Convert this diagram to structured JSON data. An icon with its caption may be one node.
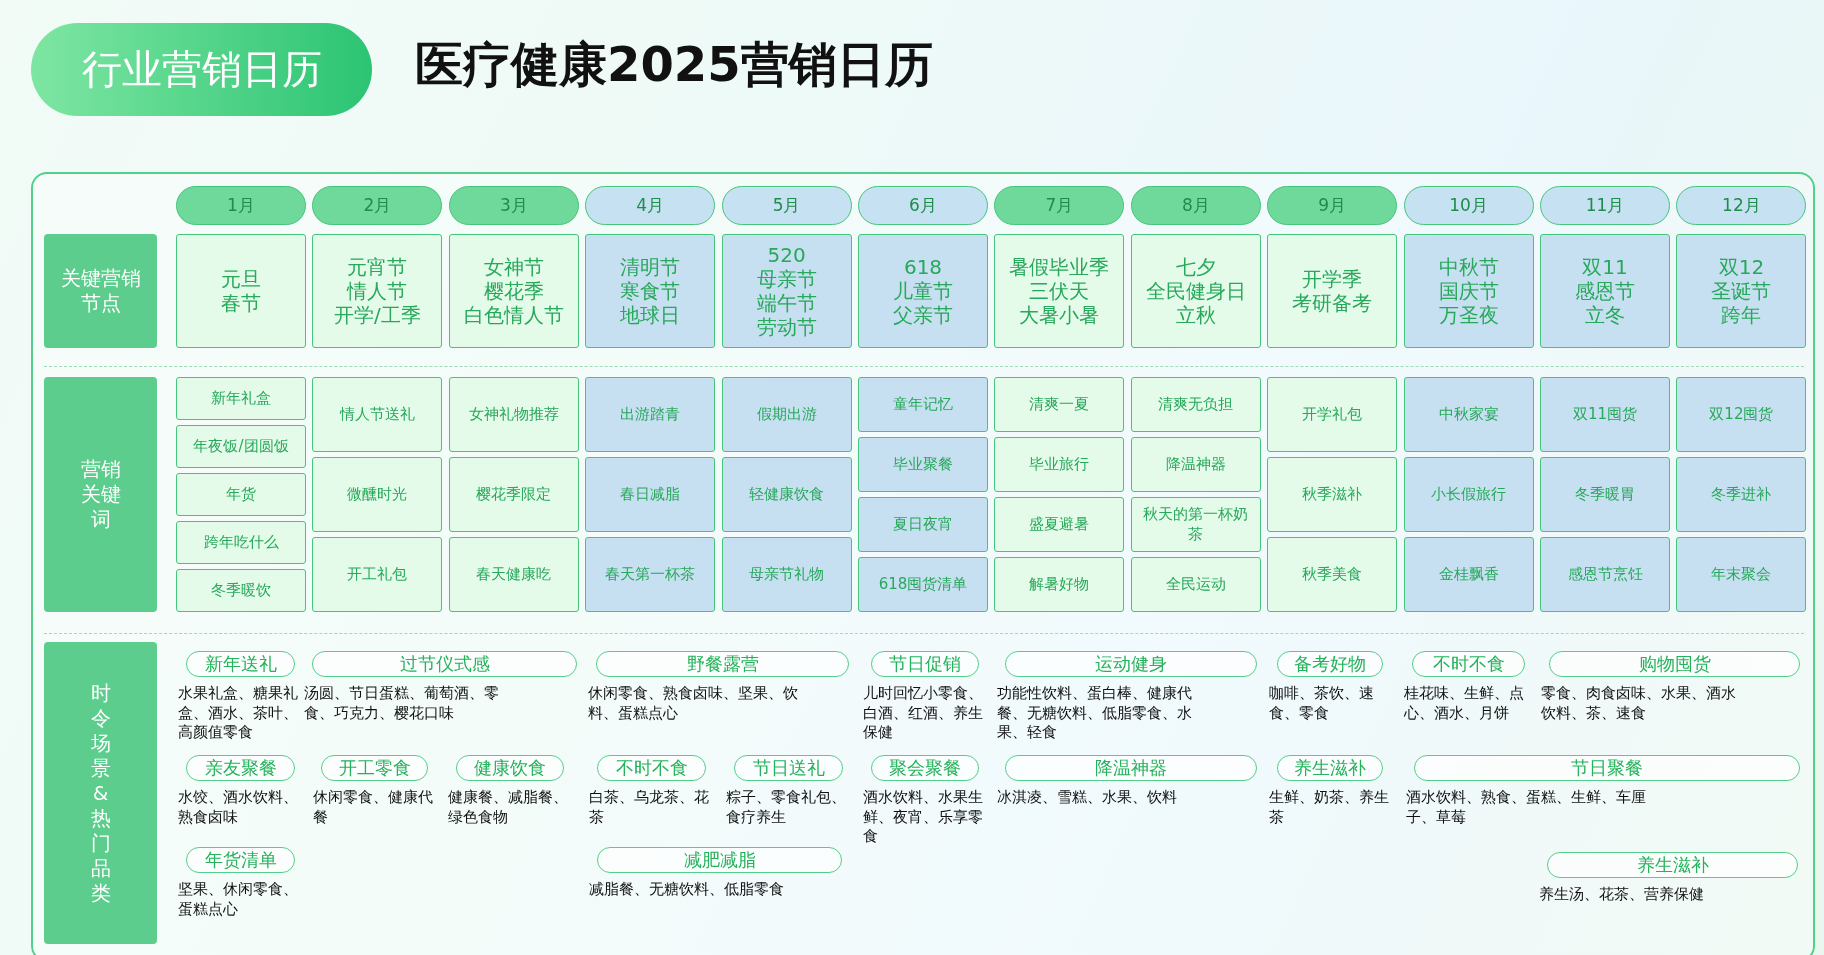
{
  "diagram": {
    "title": "医疗健康2025营销日历",
    "nodes": [
      {
        "text": [
          "行业营销日历"
        ]
      },
      {
        "text": [
          "1月"
        ]
      },
      {
        "text": [
          "2月"
        ]
      },
      {
        "text": [
          "3月"
        ]
      },
      {
        "text": [
          "4月"
        ]
      },
      {
        "text": [
          "5月"
        ]
      },
      {
        "text": [
          "6月"
        ]
      },
      {
        "text": [
          "7月"
        ]
      },
      {
        "text": [
          "8月"
        ]
      },
      {
        "text": [
          "9月"
        ]
      },
      {
        "text": [
          "10月"
        ]
      },
      {
        "text": [
          "11月"
        ]
      },
      {
        "text": [
          "12月"
        ]
      },
      {
        "text": [
          "关键营销节点"
        ]
      },
      {
        "text": [
          "元旦",
          "春节"
        ]
      },
      {
        "text": [
          "元宵节",
          "情人节",
          "开学/工季"
        ]
      },
      {
        "text": [
          "女神节",
          "樱花季",
          "白色情人节"
        ]
      },
      {
        "text": [
          "清明节",
          "寒食节",
          "地球日"
        ]
      },
      {
        "text": [
          "520",
          "母亲节",
          "端午节",
          "劳动节"
        ]
      },
      {
        "text": [
          "618",
          "儿童节",
          "父亲节"
        ]
      },
      {
        "text": [
          "暑假毕业季",
          "三伏天",
          "大暑小暑"
        ]
      },
      {
        "text": [
          "七夕",
          "全民健身日",
          "立秋"
        ]
      },
      {
        "text": [
          "开学季",
          "考研备考"
        ]
      },
      {
        "text": [
          "中秋节",
          "国庆节",
          "万圣夜"
        ]
      },
      {
        "text": [
          "双11",
          "感恩节",
          "立冬"
        ]
      },
      {
        "text": [
          "双12",
          "圣诞节",
          "跨年"
        ]
      },
      {
        "text": [
          "营销关键词"
        ]
      },
      {
        "text": [
          "新年礼盒"
        ]
      },
      {
        "text": [
          "年夜饭/团圆饭"
        ]
      },
      {
        "text": [
          "年货"
        ]
      },
      {
        "text": [
          "跨年吃什么"
        ]
      },
      {
        "text": [
          "冬季暖饮"
        ]
      },
      {
        "text": [
          "情人节送礼"
        ]
      },
      {
        "text": [
          "微醺时光"
        ]
      },
      {
        "text": [
          "开工礼包"
        ]
      },
      {
        "text": [
          "女神礼物推荐"
        ]
      },
      {
        "text": [
          "樱花季限定"
        ]
      },
      {
        "text": [
          "春天健康吃"
        ]
      },
      {
        "text": [
          "出游踏青"
        ]
      },
      {
        "text": [
          "春日减脂"
        ]
      },
      {
        "text": [
          "春天第一杯茶"
        ]
      },
      {
        "text": [
          "假期出游"
        ]
      },
      {
        "text": [
          "轻健康饮食"
        ]
      },
      {
        "text": [
          "母亲节礼物"
        ]
      },
      {
        "text": [
          "童年记忆"
        ]
      },
      {
        "text": [
          "毕业聚餐"
        ]
      },
      {
        "text": [
          "夏日夜宵"
        ]
      },
      {
        "text": [
          "618囤货清单"
        ]
      },
      {
        "text": [
          "清爽一夏"
        ]
      },
      {
        "text": [
          "毕业旅行"
        ]
      },
      {
        "text": [
          "盛夏避暑"
        ]
      },
      {
        "text": [
          "解暑好物"
        ]
      },
      {
        "text": [
          "清爽无负担"
        ]
      },
      {
        "text": [
          "降温神器"
        ]
      },
      {
        "text": [
          "秋天的第一杯奶茶"
        ]
      },
      {
        "text": [
          "全民运动"
        ]
      },
      {
        "text": [
          "开学礼包"
        ]
      },
      {
        "text": [
          "秋季滋补"
        ]
      },
      {
        "text": [
          "秋季美食"
        ]
      },
      {
        "text": [
          "中秋家宴"
        ]
      },
      {
        "text": [
          "小长假旅行"
        ]
      },
      {
        "text": [
          "金桂飘香"
        ]
      },
      {
        "text": [
          "双11囤货"
        ]
      },
      {
        "text": [
          "冬季暖胃"
        ]
      },
      {
        "text": [
          "感恩节烹饪"
        ]
      },
      {
        "text": [
          "双12囤货"
        ]
      },
      {
        "text": [
          "冬季进补"
        ]
      },
      {
        "text": [
          "年末聚会"
        ]
      },
      {
        "text": [
          "时令场景&热门品类"
        ]
      },
      {
        "text": [
          "新年送礼"
        ],
        "beside": [
          "水果礼盒、糖果礼盒、酒水、茶叶、高颜值零食"
        ]
      },
      {
        "text": [
          "过节仪式感"
        ],
        "beside": [
          "汤圆、节日蛋糕、葡萄酒、零食、巧克力、樱花口味"
        ]
      },
      {
        "text": [
          "野餐露营"
        ],
        "beside": [
          "休闲零食、熟食卤味、坚果、饮料、蛋糕点心"
        ]
      },
      {
        "text": [
          "节日促销"
        ],
        "beside": [
          "儿时回忆小零食、白酒、红酒、养生保健"
        ]
      },
      {
        "text": [
          "运动健身"
        ],
        "beside": [
          "功能性饮料、蛋白棒、健康代餐、无糖饮料、低脂零食、水果、轻食"
        ]
      },
      {
        "text": [
          "备考好物"
        ],
        "beside": [
          "咖啡、茶饮、速食、零食"
        ]
      },
      {
        "text": [
          "不时不食"
        ],
        "beside": [
          "桂花味、生鲜、点心、酒水、月饼"
        ]
      },
      {
        "text": [
          "购物囤货"
        ],
        "beside": [
          "零食、肉食卤味、水果、酒水饮料、茶、速食"
        ]
      },
      {
        "text": [
          "亲友聚餐"
        ],
        "beside": [
          "水饺、酒水饮料、熟食卤味"
        ]
      },
      {
        "text": [
          "开工零食"
        ],
        "beside": [
          "休闲零食、健康代餐"
        ]
      },
      {
        "text": [
          "健康饮食"
        ],
        "beside": [
          "健康餐、减脂餐、绿色食物"
        ]
      },
      {
        "text": [
          "不时不食"
        ],
        "beside": [
          "白茶、乌龙茶、花茶"
        ]
      },
      {
        "text": [
          "节日送礼"
        ],
        "beside": [
          "粽子、零食礼包、食疗养生"
        ]
      },
      {
        "text": [
          "聚会聚餐"
        ],
        "beside": [
          "酒水饮料、水果生鲜、夜宵、乐享零食"
        ]
      },
      {
        "text": [
          "降温神器"
        ],
        "beside": [
          "冰淇凌、雪糕、水果、饮料"
        ]
      },
      {
        "text": [
          "养生滋补"
        ],
        "beside": [
          "生鲜、奶茶、养生茶"
        ]
      },
      {
        "text": [
          "节日聚餐"
        ],
        "beside": [
          "酒水饮料、熟食、蛋糕、生鲜、车厘子、草莓"
        ]
      },
      {
        "text": [
          "年货清单"
        ],
        "beside": [
          "坚果、休闲零食、蛋糕点心"
        ]
      },
      {
        "text": [
          "减肥减脂"
        ],
        "beside": [
          "减脂餐、无糖饮料、低脂零食"
        ]
      },
      {
        "text": [
          "养生滋补"
        ],
        "beside": [
          "养生汤、花茶、营养保健"
        ]
      }
    ],
    "edges": []
  }
}
